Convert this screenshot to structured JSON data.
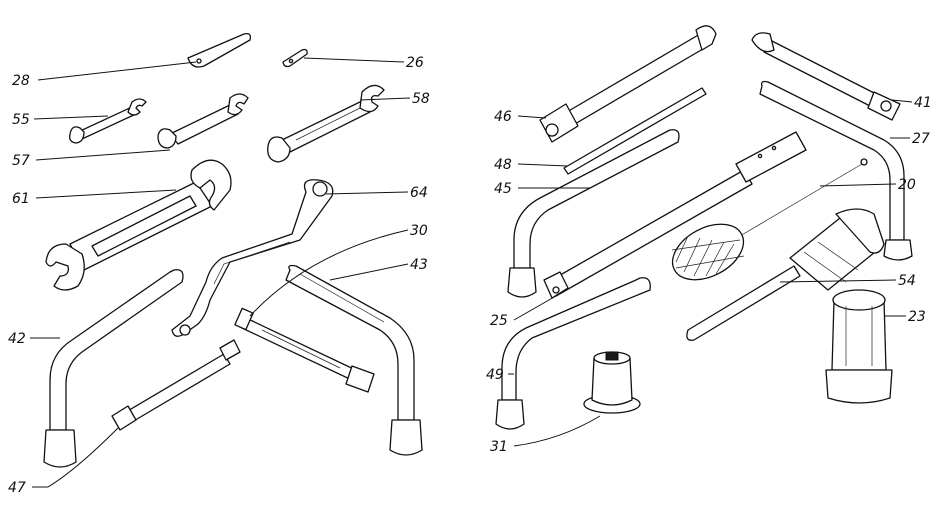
{
  "figure": {
    "callouts": [
      {
        "id": "c28",
        "label": "28"
      },
      {
        "id": "c26",
        "label": "26"
      },
      {
        "id": "c55",
        "label": "55"
      },
      {
        "id": "c58",
        "label": "58"
      },
      {
        "id": "c57",
        "label": "57"
      },
      {
        "id": "c61",
        "label": "61"
      },
      {
        "id": "c64",
        "label": "64"
      },
      {
        "id": "c30",
        "label": "30"
      },
      {
        "id": "c43",
        "label": "43"
      },
      {
        "id": "c42",
        "label": "42"
      },
      {
        "id": "c47",
        "label": "47"
      },
      {
        "id": "c46",
        "label": "46"
      },
      {
        "id": "c41",
        "label": "41"
      },
      {
        "id": "c27",
        "label": "27"
      },
      {
        "id": "c48",
        "label": "48"
      },
      {
        "id": "c45",
        "label": "45"
      },
      {
        "id": "c20",
        "label": "20"
      },
      {
        "id": "c54",
        "label": "54"
      },
      {
        "id": "c25",
        "label": "25"
      },
      {
        "id": "c23",
        "label": "23"
      },
      {
        "id": "c49",
        "label": "49"
      },
      {
        "id": "c31",
        "label": "31"
      }
    ]
  }
}
